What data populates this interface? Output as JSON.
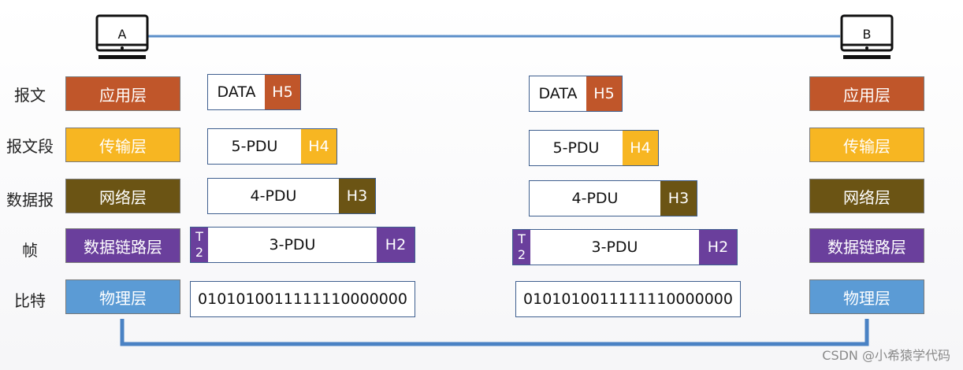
{
  "hosts": {
    "left": "A",
    "right": "B"
  },
  "row_labels": [
    "报文",
    "报文段",
    "数据报",
    "帧",
    "比特"
  ],
  "layers": [
    {
      "name": "应用层",
      "color": "#c0562a"
    },
    {
      "name": "传输层",
      "color": "#f7b622"
    },
    {
      "name": "网络层",
      "color": "#6b5414"
    },
    {
      "name": "数据链路层",
      "color": "#6a3f9c"
    },
    {
      "name": "物理层",
      "color": "#5b9bd5"
    }
  ],
  "pdus": {
    "app": {
      "data": "DATA",
      "header": "H5"
    },
    "transport": {
      "data": "5-PDU",
      "header": "H4"
    },
    "network": {
      "data": "4-PDU",
      "header": "H3"
    },
    "link": {
      "trailer": [
        "T",
        "2"
      ],
      "data": "3-PDU",
      "header": "H2"
    },
    "bits": "0101010011111110000000"
  },
  "colors": {
    "line": "#5b8fc9",
    "link_line": "#4a82c4"
  },
  "watermark": "CSDN @小希猿学代码"
}
